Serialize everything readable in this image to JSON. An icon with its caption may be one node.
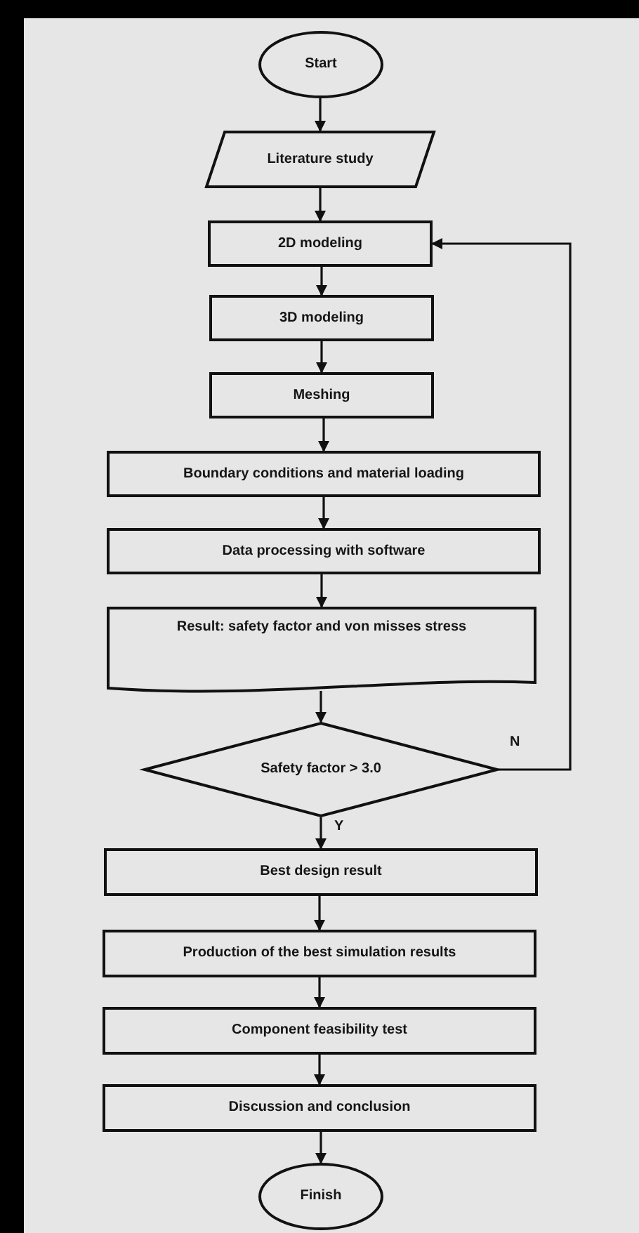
{
  "diagram": {
    "nodes": [
      {
        "text": [
          "Start"
        ]
      },
      {
        "text": [
          "Literature study"
        ]
      },
      {
        "text": [
          "2D modeling"
        ]
      },
      {
        "text": [
          "3D modeling"
        ]
      },
      {
        "text": [
          "Meshing"
        ]
      },
      {
        "text": [
          "Boundary conditions and material loading"
        ]
      },
      {
        "text": [
          "Data processing with software"
        ]
      },
      {
        "text": [
          "Result: safety factor and von misses stress"
        ]
      },
      {
        "text": [
          "Safety factor > 3.0"
        ]
      },
      {
        "text": [
          "Best design result"
        ]
      },
      {
        "text": [
          "Production of the best simulation results"
        ]
      },
      {
        "text": [
          "Component feasibility test"
        ]
      },
      {
        "text": [
          "Discussion and conclusion"
        ]
      },
      {
        "text": [
          "Finish"
        ]
      }
    ],
    "edges": [
      {
        "from": 0,
        "to": 1,
        "arrow": "to"
      },
      {
        "from": 1,
        "to": 2,
        "arrow": "to"
      },
      {
        "from": 2,
        "to": 3,
        "arrow": "to"
      },
      {
        "from": 3,
        "to": 4,
        "arrow": "to"
      },
      {
        "from": 4,
        "to": 5,
        "arrow": "to"
      },
      {
        "from": 5,
        "to": 6,
        "arrow": "to"
      },
      {
        "from": 6,
        "to": 7,
        "arrow": "to"
      },
      {
        "from": 7,
        "to": 8,
        "arrow": "to"
      },
      {
        "from": 8,
        "to": 2,
        "arrow": "to",
        "label": "N"
      },
      {
        "from": 8,
        "to": 9,
        "arrow": "to",
        "label": "Y"
      },
      {
        "from": 9,
        "to": 10,
        "arrow": "to"
      },
      {
        "from": 10,
        "to": 11,
        "arrow": "to"
      },
      {
        "from": 11,
        "to": 12,
        "arrow": "to"
      },
      {
        "from": 12,
        "to": 13,
        "arrow": "to"
      }
    ]
  }
}
